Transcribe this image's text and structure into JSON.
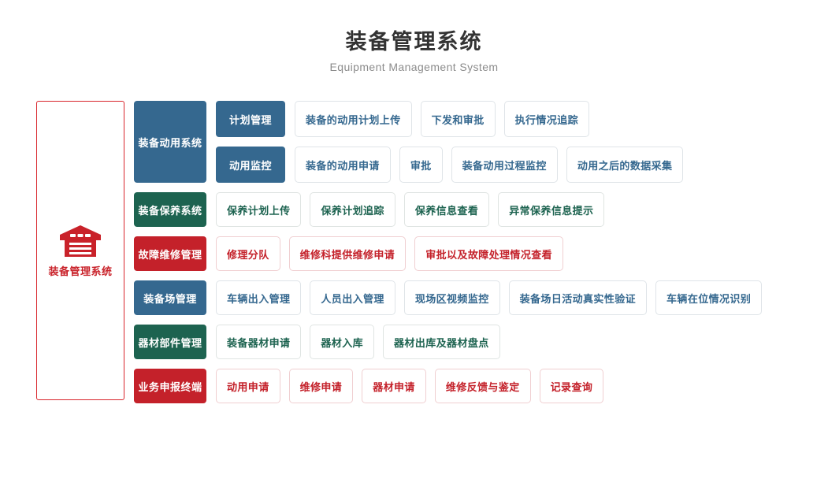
{
  "header": {
    "title_cn": "装备管理系统",
    "title_en": "Equipment Management System"
  },
  "hero": {
    "icon": "warehouse-icon",
    "label": "装备管理系统",
    "border_color": "#d9262c",
    "text_color": "#c9222a"
  },
  "colors": {
    "blue": "#35688f",
    "green": "#1d6350",
    "red": "#c4212a",
    "leaf_border": "#dcdcdc",
    "title": "#333333",
    "subtitle": "#8c8c8c"
  },
  "diagram": {
    "rows": [
      {
        "category": "装备动用系统",
        "color": "blue",
        "type": "two-level",
        "subgroups": [
          {
            "label": "计划管理",
            "leaves": [
              "装备的动用计划上传",
              "下发和审批",
              "执行情况追踪"
            ]
          },
          {
            "label": "动用监控",
            "leaves": [
              "装备的动用申请",
              "审批",
              "装备动用过程监控",
              "动用之后的数据采集"
            ]
          }
        ]
      },
      {
        "category": "装备保养系统",
        "color": "green",
        "type": "flat",
        "leaves": [
          "保养计划上传",
          "保养计划追踪",
          "保养信息查看",
          "异常保养信息提示"
        ]
      },
      {
        "category": "故障维修管理",
        "color": "red",
        "type": "flat",
        "leaves": [
          "修理分队",
          "维修科提供维修申请",
          "审批以及故障处理情况查看"
        ]
      },
      {
        "category": "装备场管理",
        "color": "blue",
        "type": "flat",
        "leaves": [
          "车辆出入管理",
          "人员出入管理",
          "现场区视频监控",
          "装备场日活动真实性验证",
          "车辆在位情况识别"
        ]
      },
      {
        "category": "器材部件管理",
        "color": "green",
        "type": "flat",
        "leaves": [
          "装备器材申请",
          "器材入库",
          "器材出库及器材盘点"
        ]
      },
      {
        "category": "业务申报终端",
        "color": "red",
        "type": "flat",
        "leaves": [
          "动用申请",
          "维修申请",
          "器材申请",
          "维修反馈与鉴定",
          "记录查询"
        ]
      }
    ]
  }
}
